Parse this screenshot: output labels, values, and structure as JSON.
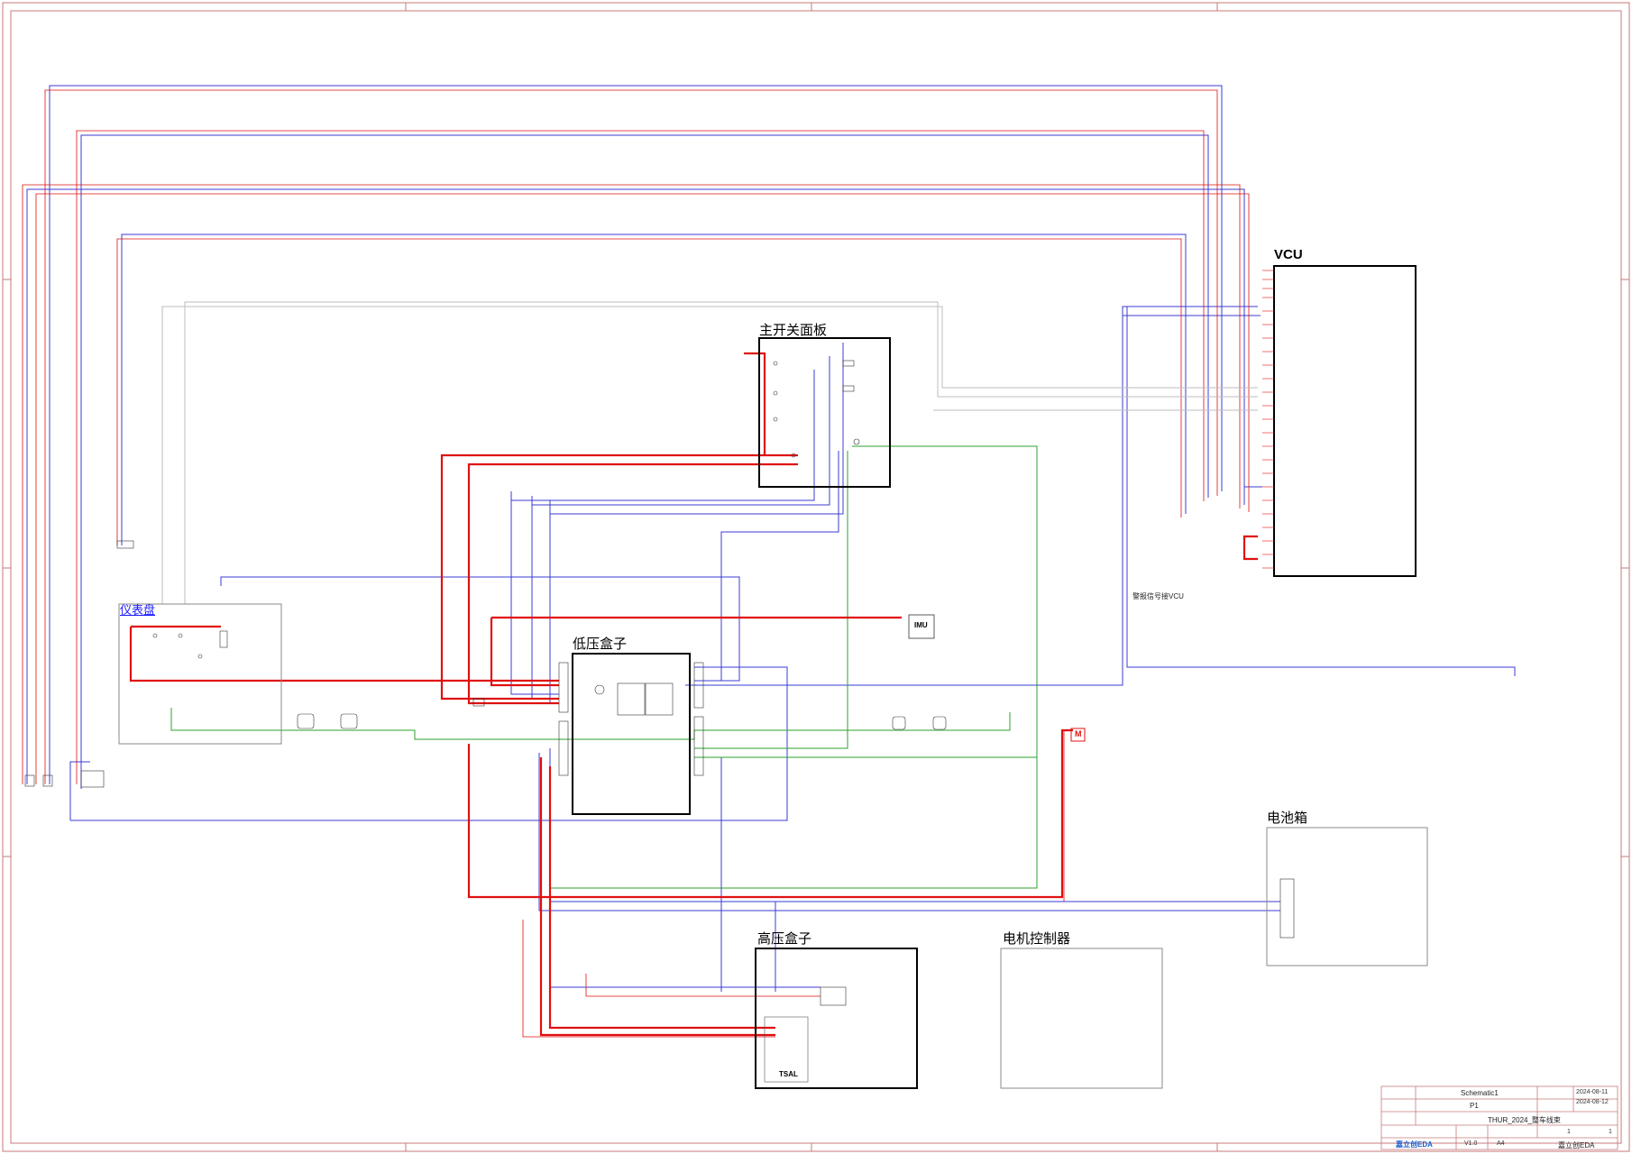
{
  "blocks": {
    "vcu": "VCU",
    "main_switch_panel": "主开关面板",
    "dashboard": "仪表盘",
    "low_voltage_box": "低压盒子",
    "battery_box": "电池箱",
    "high_voltage_box": "高压盒子",
    "motor_controller": "电机控制器"
  },
  "annotations": {
    "alarm_to_vcu": "警报信号接VCU",
    "imu": "IMU",
    "tsal": "TSAL",
    "motor_symbol": "M"
  },
  "title_block": {
    "title_key": "Schematic1",
    "sheet_key": "P1",
    "date_created": "2024-08-11",
    "date_updated": "2024-08-12",
    "project": "THUR_2024_整车线束",
    "version": "V1.0",
    "size": "A4",
    "page": "1",
    "total": "1",
    "brand": "嘉立创EDA",
    "company": "嘉立创EDA"
  },
  "colors": {
    "frame": "#c87a7a",
    "power_wire": "#e01010",
    "signal_wire": "#3b3bd6",
    "ground_wire": "#2ea12e",
    "gray_wire": "#bdbdbd",
    "block": "#000000",
    "light_block": "#8a8a8a"
  }
}
